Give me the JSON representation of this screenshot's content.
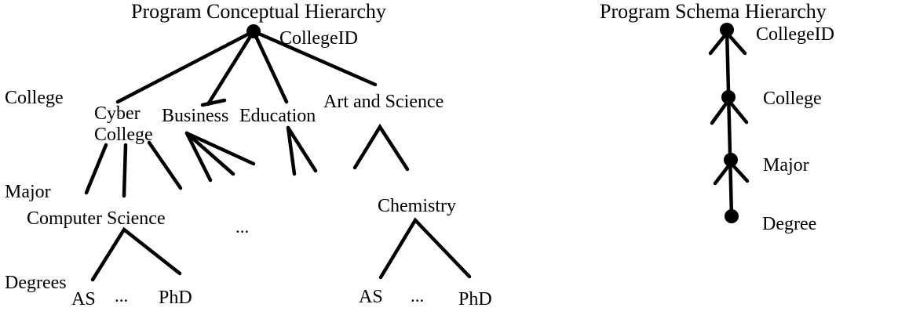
{
  "conceptual": {
    "title": "Program Conceptual Hierarchy",
    "root_label": "CollegeID",
    "level_labels": {
      "college": "College",
      "major": "Major",
      "degrees": "Degrees"
    },
    "colleges": [
      "Cyber College",
      "Business",
      "Education",
      "Art and Science"
    ],
    "cyber_major": "Computer Science",
    "ellipsis": "...",
    "chemistry_major": "Chemistry",
    "cs_degrees": [
      "AS",
      "...",
      "PhD"
    ],
    "chem_degrees": [
      "AS",
      "...",
      "PhD"
    ]
  },
  "schema": {
    "title": "Program Schema Hierarchy",
    "nodes": [
      "CollegeID",
      "College",
      "Major",
      "Degree"
    ]
  }
}
